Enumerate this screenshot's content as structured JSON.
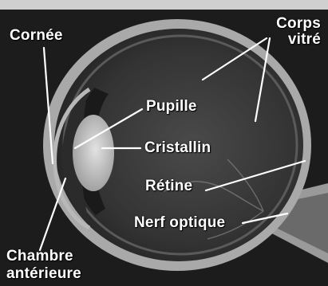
{
  "labels": {
    "cornea": "Cornée",
    "vitreous_line1": "Corps",
    "vitreous_line2": "vitré",
    "pupil": "Pupille",
    "lens": "Cristallin",
    "retina": "Rétine",
    "optic_nerve": "Nerf optique",
    "anterior_chamber_line1": "Chambre",
    "anterior_chamber_line2": "antérieure"
  },
  "colors": {
    "background": "#d9d9d9",
    "eyeball": "#3a3a3a",
    "sclera_rim": "#9a9a9a",
    "lens": "#c8c8c8",
    "label_text": "#ffffff",
    "leader_lines": "#ffffff"
  }
}
